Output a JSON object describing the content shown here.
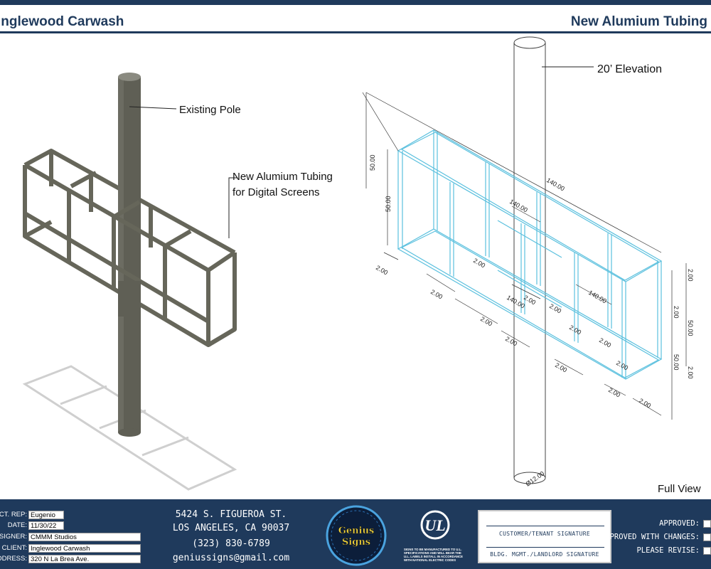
{
  "header": {
    "left_title": "Inglewood Carwash",
    "right_title": "New Alumium Tubing"
  },
  "drawing": {
    "callouts": {
      "existing_pole": "Existing Pole",
      "tubing_line1": "New Alumium Tubing",
      "tubing_line2": "for Digital Screens",
      "elevation": "20’ Elevation",
      "view_label": "Full View"
    },
    "dimensions": {
      "d50_a": "50.00",
      "d50_b": "50.00",
      "d140_top": "140.00",
      "d140_mid": "140.00",
      "d140_low": "140.00",
      "d140_right": "140.00",
      "d2_1": "2.00",
      "d2_2": "2.00",
      "d2_3": "2.00",
      "d2_4": "2.00",
      "d2_5": "2.00",
      "d2_6": "2.00",
      "d2_7": "2.00",
      "d2_8": "2.00",
      "d2_9": "2.00",
      "d2_10": "2.00",
      "d2_11": "2.00",
      "d2_12": "2.00",
      "d2_13": "2.00",
      "d50_r1": "50.00",
      "d50_r2": "50.00",
      "d2_r1": "2.00",
      "d2_r2": "2.00",
      "d2_r3": "2.00",
      "pole_dia": "Ø12.00"
    },
    "colors": {
      "tube_blue": "#5bc0de",
      "frame_gray": "#66665a",
      "pole_gray": "#5f5f55"
    }
  },
  "footer": {
    "info": [
      {
        "label": "ACCT. REP:",
        "value": "Eugenio"
      },
      {
        "label": "DATE:",
        "value": "11/30/22"
      },
      {
        "label": "DESIGNER:",
        "value": "CMMM Studios"
      },
      {
        "label": "CLIENT:",
        "value": "Inglewood Carwash"
      },
      {
        "label": "ADDRESS:",
        "value": "320 N La Brea Ave."
      }
    ],
    "address_line1": "5424 S. FIGUEROA ST.",
    "address_line2": "LOS ANGELES, CA 90037",
    "phone": "(323) 830-6789",
    "email": "geniussigns@gmail.com",
    "logo_text": "Genius Signs",
    "ul_mark": "UL",
    "ul_notice": "SIGNS TO BE MANUFACTURED TO U.L. SPECIFICATIONS AND WILL BEAR THE U.L. LABELS INSTALL IN ACCORDANCE WITH NATIONAL ELECTRIC CODES",
    "customer_signature": "CUSTOMER/TENANT SIGNATURE",
    "landlord_signature": "BLDG. MGMT./LANDLORD SIGNATURE",
    "approved": "APPROVED:",
    "approved_changes": "APPROVED WITH CHANGES:",
    "please_revise": "PLEASE REVISE:"
  }
}
